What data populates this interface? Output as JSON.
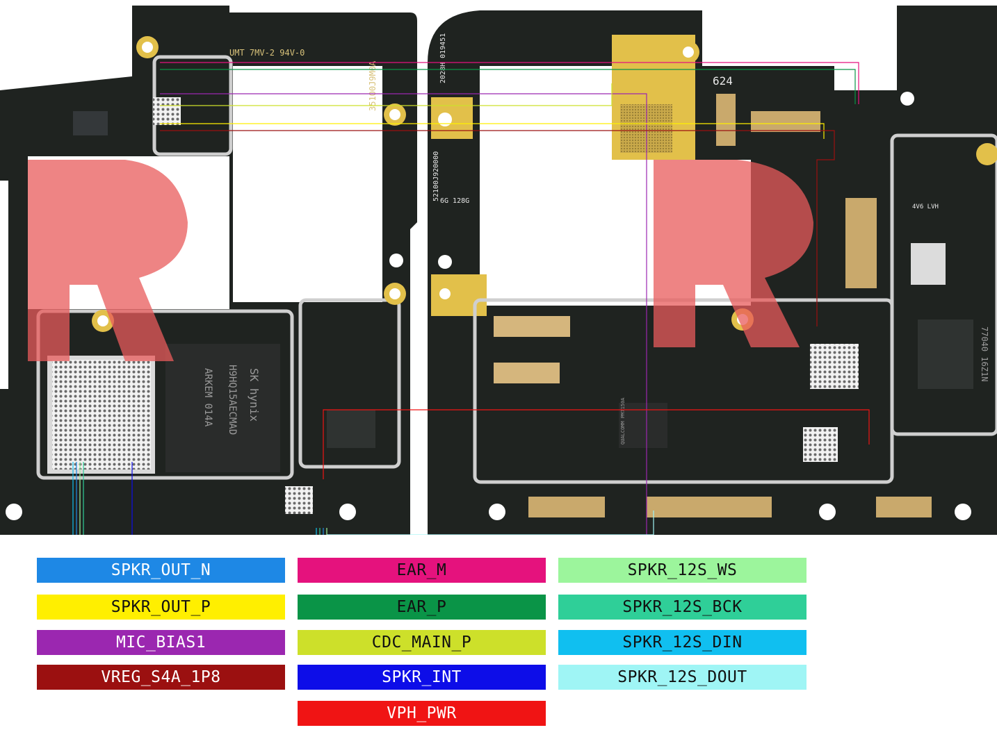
{
  "board": {
    "silkscreen": {
      "umt": "UMT 7MV-2 94V-0",
      "code1": "35100J9M0A",
      "code2": "2028H 019451",
      "code3": "52100J920000",
      "mem": "6G 128G",
      "num624": "624",
      "hynix1": "SK hynix",
      "hynix2": "H9HQ15AECMAD",
      "hynix3": "ARKEM 014A",
      "qcom": "QUALCOMM PM7150A",
      "chip_r1": "77040 16Z1N",
      "chip_r2": "4V6 LVH"
    },
    "colors": {
      "pcb": "#1f2320",
      "gold": "#e2c04a",
      "shield": "#c9c9c9",
      "watermark": "#e85b5b"
    }
  },
  "legend": [
    {
      "label": "SPKR_OUT_N",
      "color": "#1e88e5",
      "text": "white"
    },
    {
      "label": "EAR_M",
      "color": "#e5127d",
      "text": "dark"
    },
    {
      "label": "SPKR_12S_WS",
      "color": "#9cf59c",
      "text": "dark"
    },
    {
      "label": "SPKR_OUT_P",
      "color": "#ffef00",
      "text": "dark"
    },
    {
      "label": "EAR_P",
      "color": "#0a9447",
      "text": "dark"
    },
    {
      "label": "SPKR_12S_BCK",
      "color": "#2fcf98",
      "text": "dark"
    },
    {
      "label": "MIC_BIAS1",
      "color": "#9b27b0",
      "text": "white"
    },
    {
      "label": "CDC_MAIN_P",
      "color": "#cde02a",
      "text": "dark"
    },
    {
      "label": "SPKR_12S_DIN",
      "color": "#10bff0",
      "text": "dark"
    },
    {
      "label": "VREG_S4A_1P8",
      "color": "#9b1010",
      "text": "white"
    },
    {
      "label": "SPKR_INT",
      "color": "#0d0de8",
      "text": "white"
    },
    {
      "label": "SPKR_12S_DOUT",
      "color": "#9ff5f5",
      "text": "dark"
    },
    {
      "label": "VPH_PWR",
      "color": "#f01414",
      "text": "white"
    }
  ]
}
